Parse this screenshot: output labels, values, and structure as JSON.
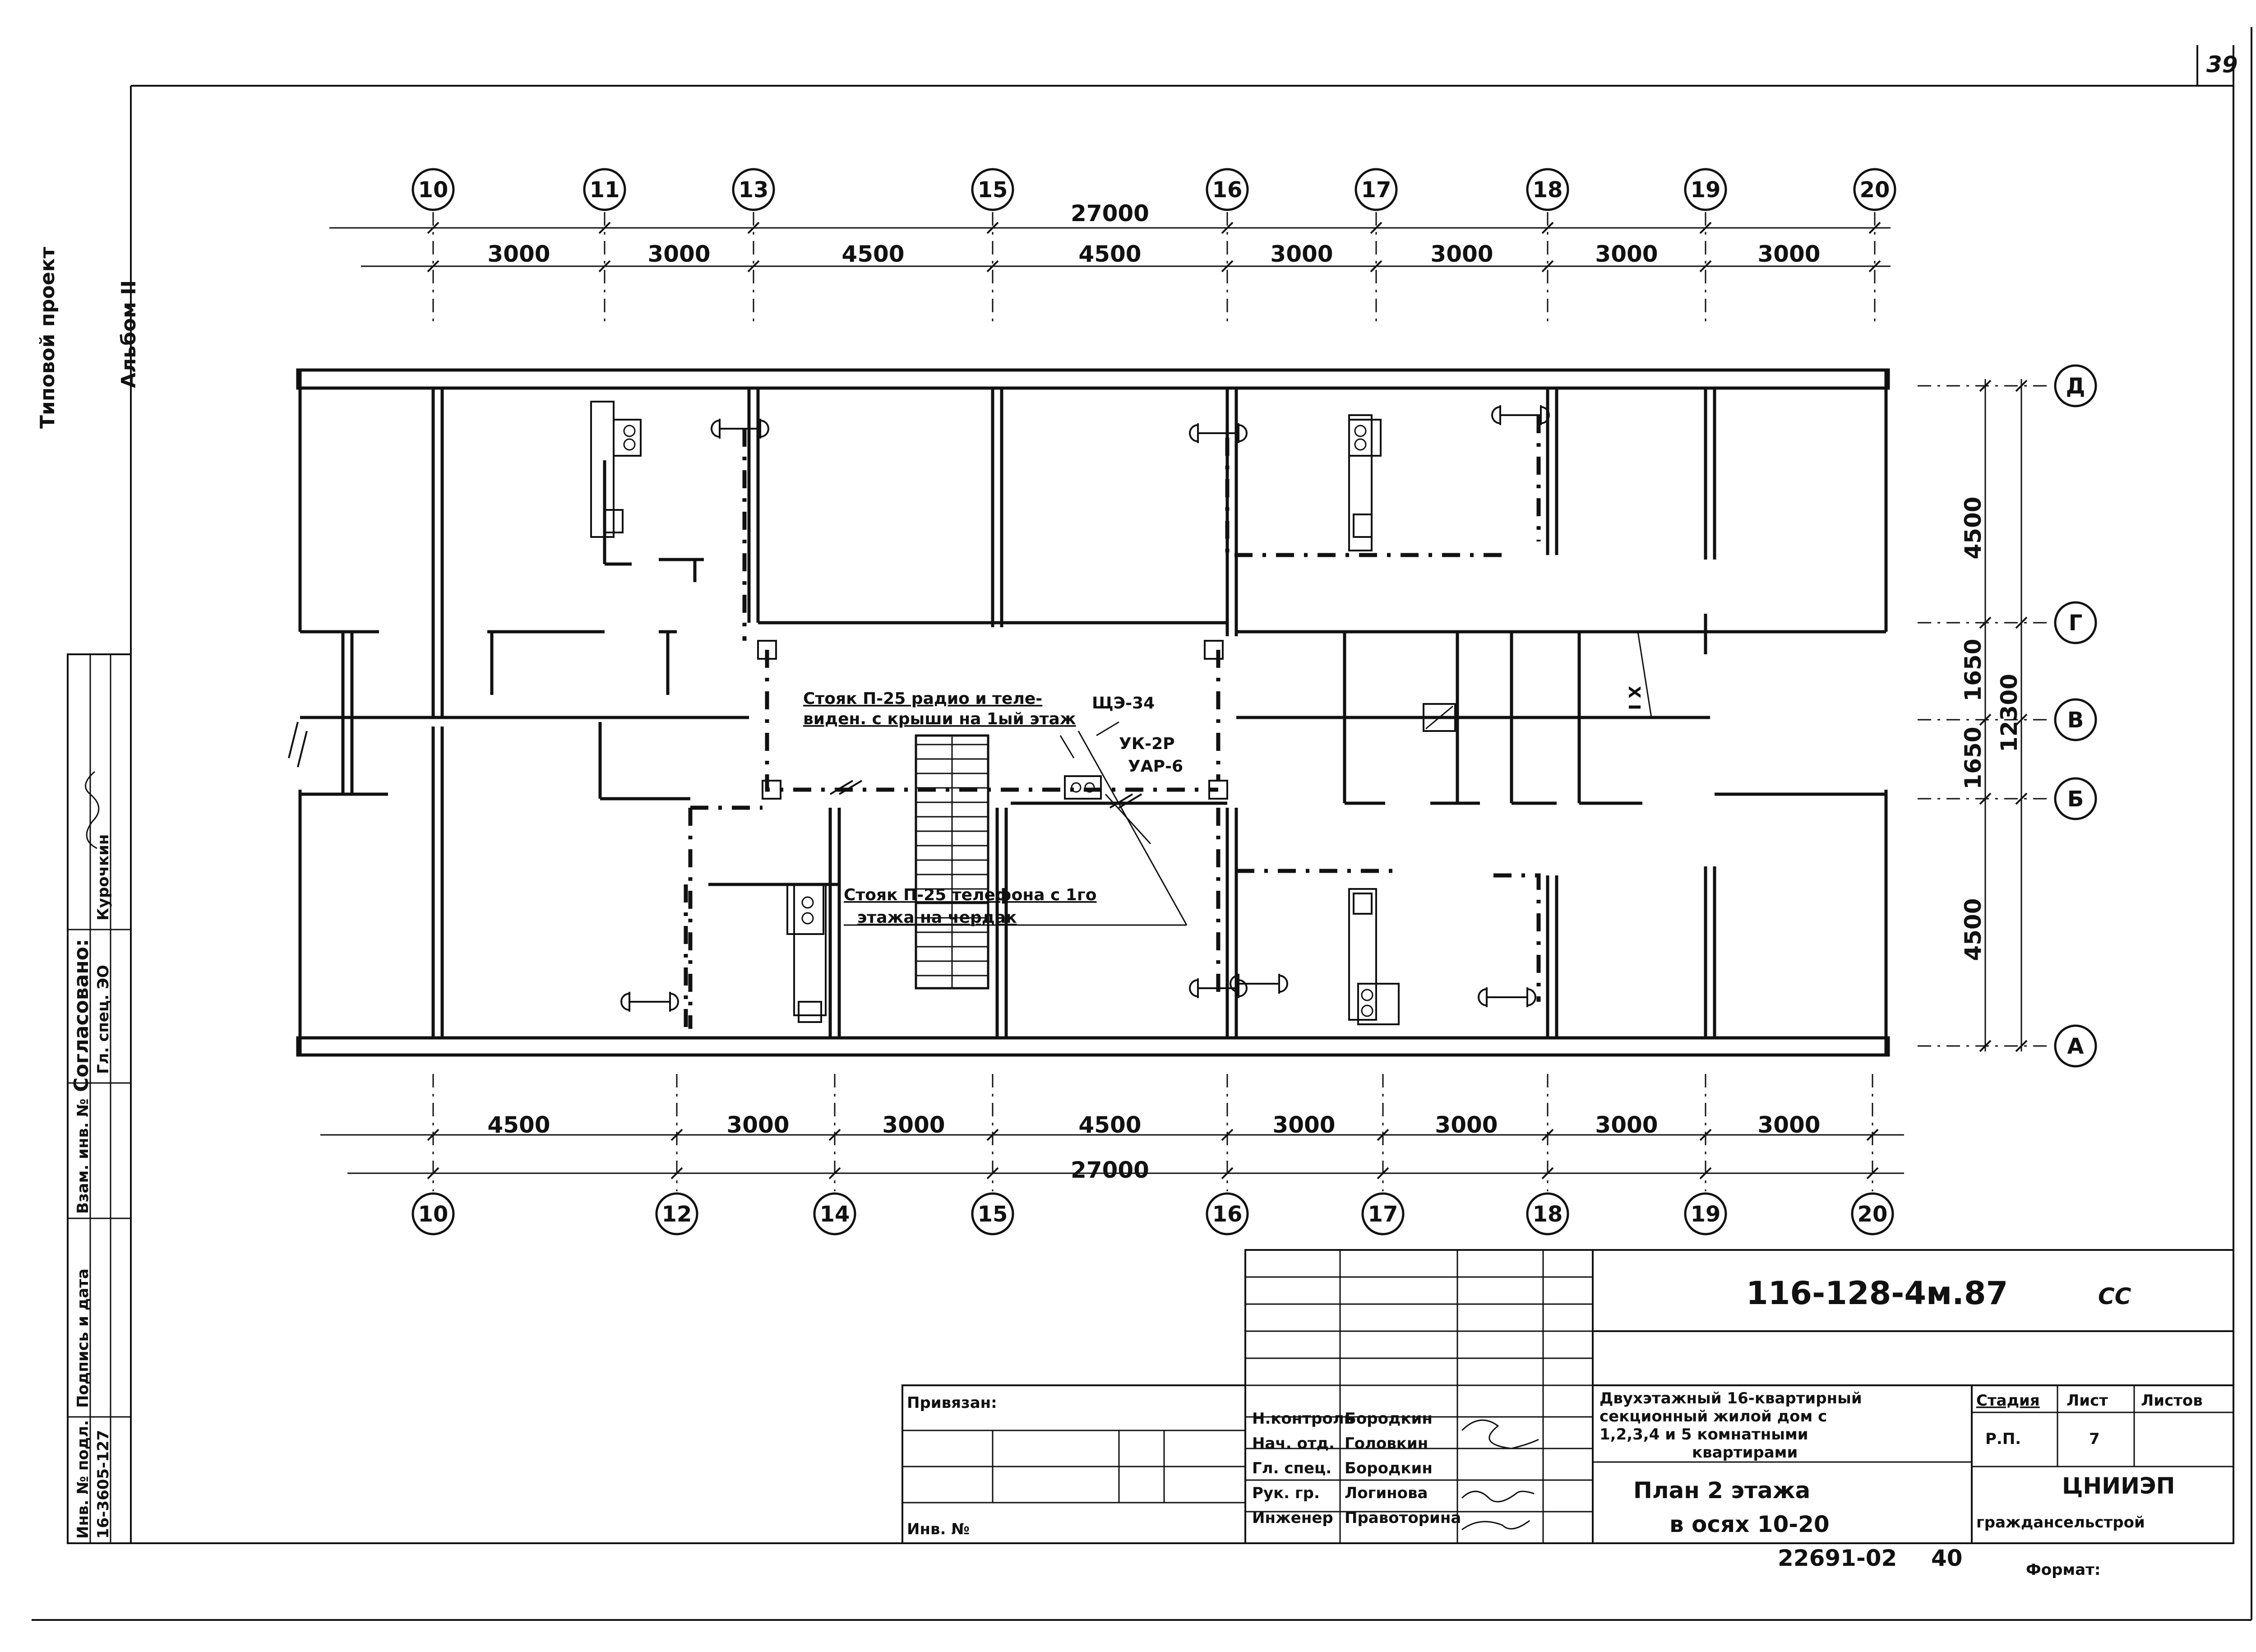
{
  "sheet_number": "39",
  "side_labels": {
    "project_type": "Типовой проект",
    "album": "Альбом II",
    "approved": "Согласовано:",
    "approved_role": "Гл. спец. ЭО",
    "approved_name": "Курочкин",
    "inv_orig": "Инв. № подл.",
    "signature_date": "Подпись и дата",
    "inv_replace": "Взам. инв. №",
    "inv_number": "16-3605-127"
  },
  "axes_top": [
    "10",
    "11",
    "13",
    "15",
    "16",
    "17",
    "18",
    "19",
    "20"
  ],
  "axes_bottom": [
    "10",
    "12",
    "14",
    "15",
    "16",
    "17",
    "18",
    "19",
    "20"
  ],
  "axes_right": [
    "Д",
    "Г",
    "В",
    "Б",
    "А"
  ],
  "dims_top": {
    "overall": "27000",
    "segments": [
      "3000",
      "3000",
      "4500",
      "4500",
      "3000",
      "3000",
      "3000",
      "3000"
    ]
  },
  "dims_bottom": {
    "overall": "27000",
    "segments": [
      "4500",
      "3000",
      "3000",
      "4500",
      "3000",
      "3000",
      "3000",
      "3000"
    ]
  },
  "dims_right": {
    "overall": "12300",
    "segments": [
      "4500",
      "1650",
      "1650",
      "4500"
    ]
  },
  "annotations": {
    "riser_radio_1": "Стояк П-25 радио и теле-",
    "riser_radio_2": "виден. с крыши на 1ый этаж",
    "panel": "ЩЭ-34",
    "uk": "УК-2Р",
    "uar": "УАР-6",
    "riser_phone_1": "Стояк П-25 телефона с 1го",
    "riser_phone_2": "этажа на чердак",
    "xi": "X I"
  },
  "title_block": {
    "code": "116-128-4м.87",
    "code_suffix": "СС",
    "bound": "Привязан:",
    "inv_no": "Инв. №",
    "description_1": "Двухэтажный 16-квартирный",
    "description_2": "секционный жилой дом с",
    "description_3": "1,2,3,4 и 5 комнатными",
    "description_4": "квартирами",
    "sheet_title_1": "План 2 этажа",
    "sheet_title_2": "в осях 10-20",
    "stage_label": "Стадия",
    "sheet_label": "Лист",
    "sheets_label": "Листов",
    "stage_value": "Р.П.",
    "sheet_value": "7",
    "org_1": "ЦНИИЭП",
    "org_2": "граждансельстрой",
    "roles": [
      "Н.контроль",
      "Нач. отд.",
      "Гл. спец.",
      "Рук. гр.",
      "Инженер"
    ],
    "names": [
      "Бородкин",
      "Головкин",
      "Бородкин",
      "Логинова",
      "Правоторина"
    ],
    "order_no": "22691-02",
    "order_sheet": "40",
    "format_label": "Формат:"
  },
  "colors": {
    "ink": "#111111",
    "paper": "#ffffff"
  }
}
